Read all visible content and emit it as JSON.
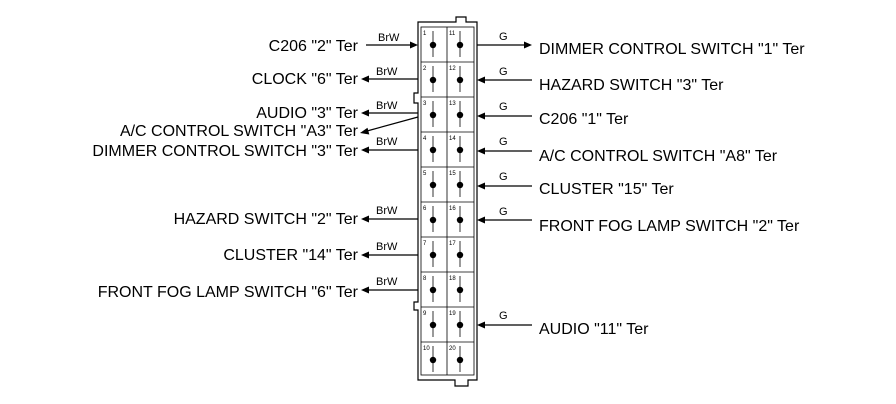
{
  "left_labels": [
    {
      "text": "C206 \"2\" Ter",
      "wire": "BrW"
    },
    {
      "text": "CLOCK \"6\" Ter",
      "wire": "BrW"
    },
    {
      "text": "AUDIO \"3\" Ter",
      "wire": "BrW"
    },
    {
      "text": "A/C CONTROL SWITCH \"A3\" Ter",
      "wire": ""
    },
    {
      "text": "DIMMER CONTROL SWITCH \"3\" Ter",
      "wire": "BrW"
    },
    {
      "text": "HAZARD SWITCH \"2\" Ter",
      "wire": "BrW"
    },
    {
      "text": "CLUSTER \"14\" Ter",
      "wire": "BrW"
    },
    {
      "text": "FRONT FOG LAMP SWITCH \"6\" Ter",
      "wire": "BrW"
    }
  ],
  "right_labels": [
    {
      "text": "DIMMER CONTROL SWITCH \"1\" Ter",
      "wire": "G"
    },
    {
      "text": "HAZARD SWITCH \"3\" Ter",
      "wire": "G"
    },
    {
      "text": "C206 \"1\" Ter",
      "wire": "G"
    },
    {
      "text": "A/C CONTROL SWITCH \"A8\" Ter",
      "wire": "G"
    },
    {
      "text": "CLUSTER \"15\" Ter",
      "wire": "G"
    },
    {
      "text": "FRONT FOG LAMP SWITCH \"2\" Ter",
      "wire": "G"
    },
    {
      "text": "AUDIO \"11\" Ter",
      "wire": "G"
    }
  ],
  "pins_left": [
    "1",
    "2",
    "3",
    "4",
    "5",
    "6",
    "7",
    "8",
    "9",
    "10"
  ],
  "pins_right": [
    "11",
    "12",
    "13",
    "14",
    "15",
    "16",
    "17",
    "18",
    "19",
    "20"
  ]
}
